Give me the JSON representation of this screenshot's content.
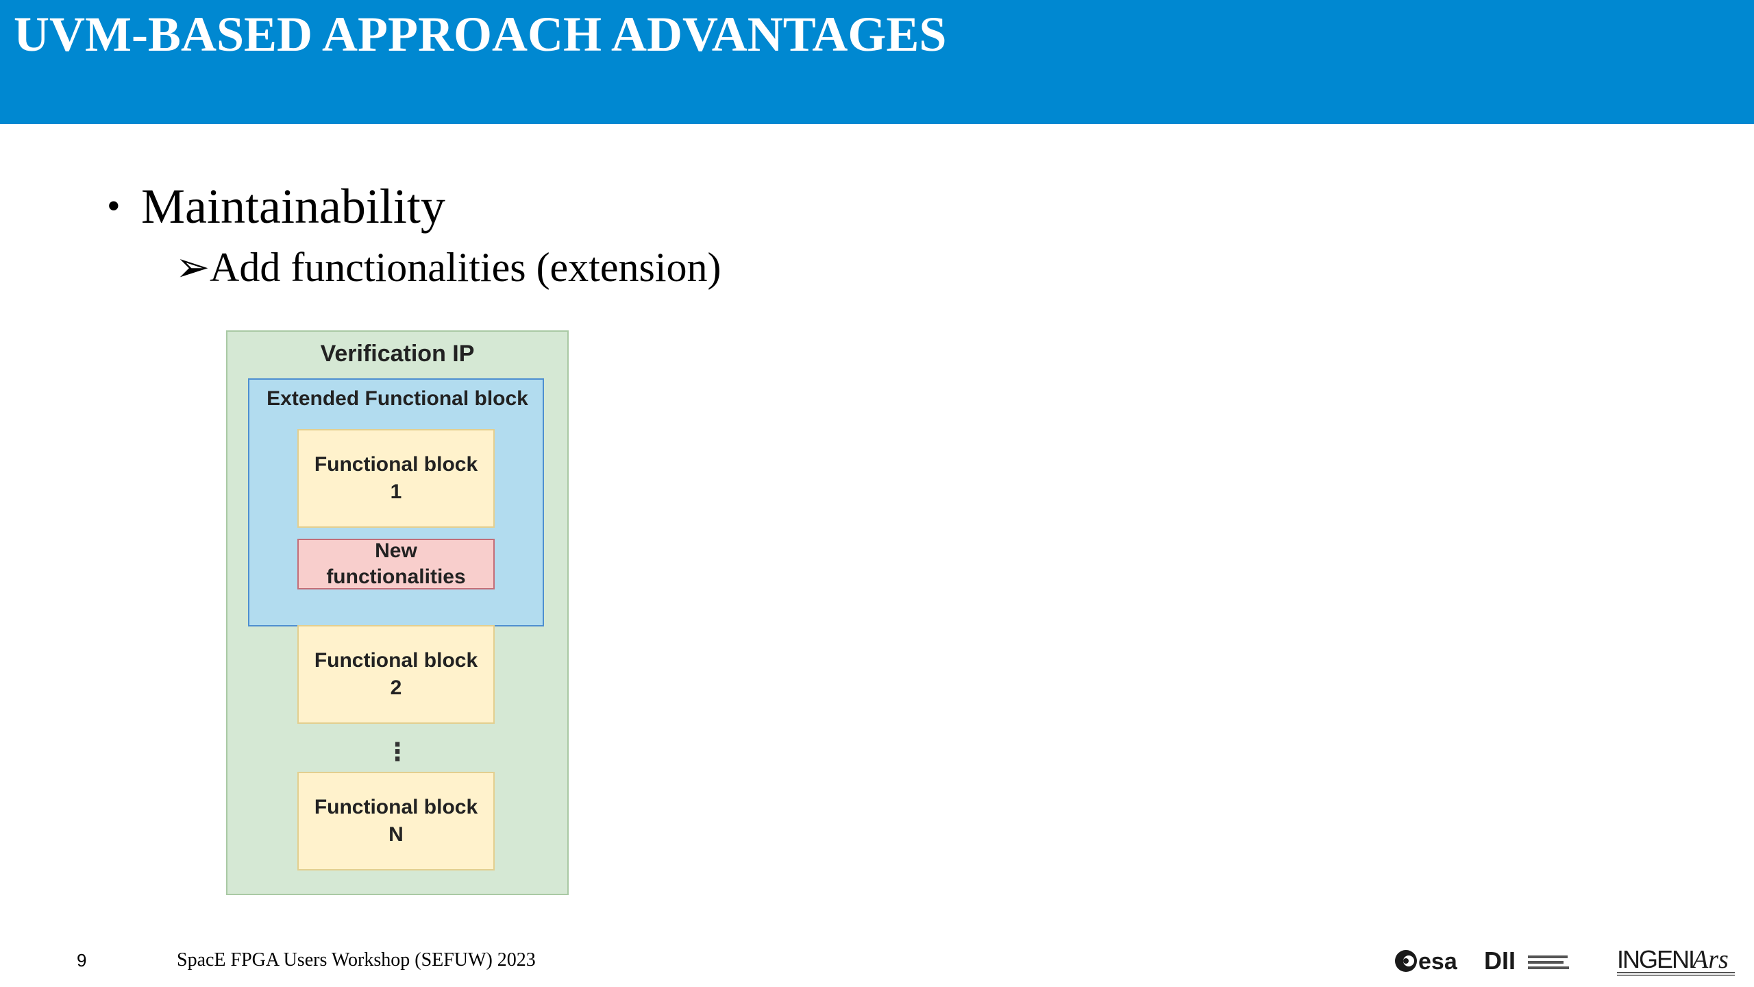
{
  "header": {
    "title": "UVM-BASED APPROACH ADVANTAGES",
    "color": "#0088d1"
  },
  "content": {
    "bullet_symbol": "•",
    "bullet": "Maintainability",
    "sub_bullet_symbol": "➢",
    "sub_bullet": "Add functionalities (extension)"
  },
  "diagram": {
    "outer_label": "Verification IP",
    "extended_label": "Extended Functional block",
    "blocks": [
      {
        "line1": "Functional block",
        "line2": "1"
      },
      {
        "line1": "New",
        "line2": "functionalities"
      },
      {
        "line1": "Functional block",
        "line2": "2"
      },
      {
        "line1": "Functional block",
        "line2": "N"
      }
    ],
    "ellipsis": "⋮",
    "colors": {
      "outer_fill": "#d5e8d4",
      "extended_fill": "#b2dcef",
      "block_fill": "#fff2cc",
      "new_fill": "#f8cecc"
    }
  },
  "footer": {
    "page_number": "9",
    "event": "SpacE FPGA Users Workshop (SEFUW) 2023",
    "logos": {
      "esa": "esa",
      "dii": "DII",
      "ingenars_a": "INGENI",
      "ingenars_b": "Ars"
    }
  }
}
